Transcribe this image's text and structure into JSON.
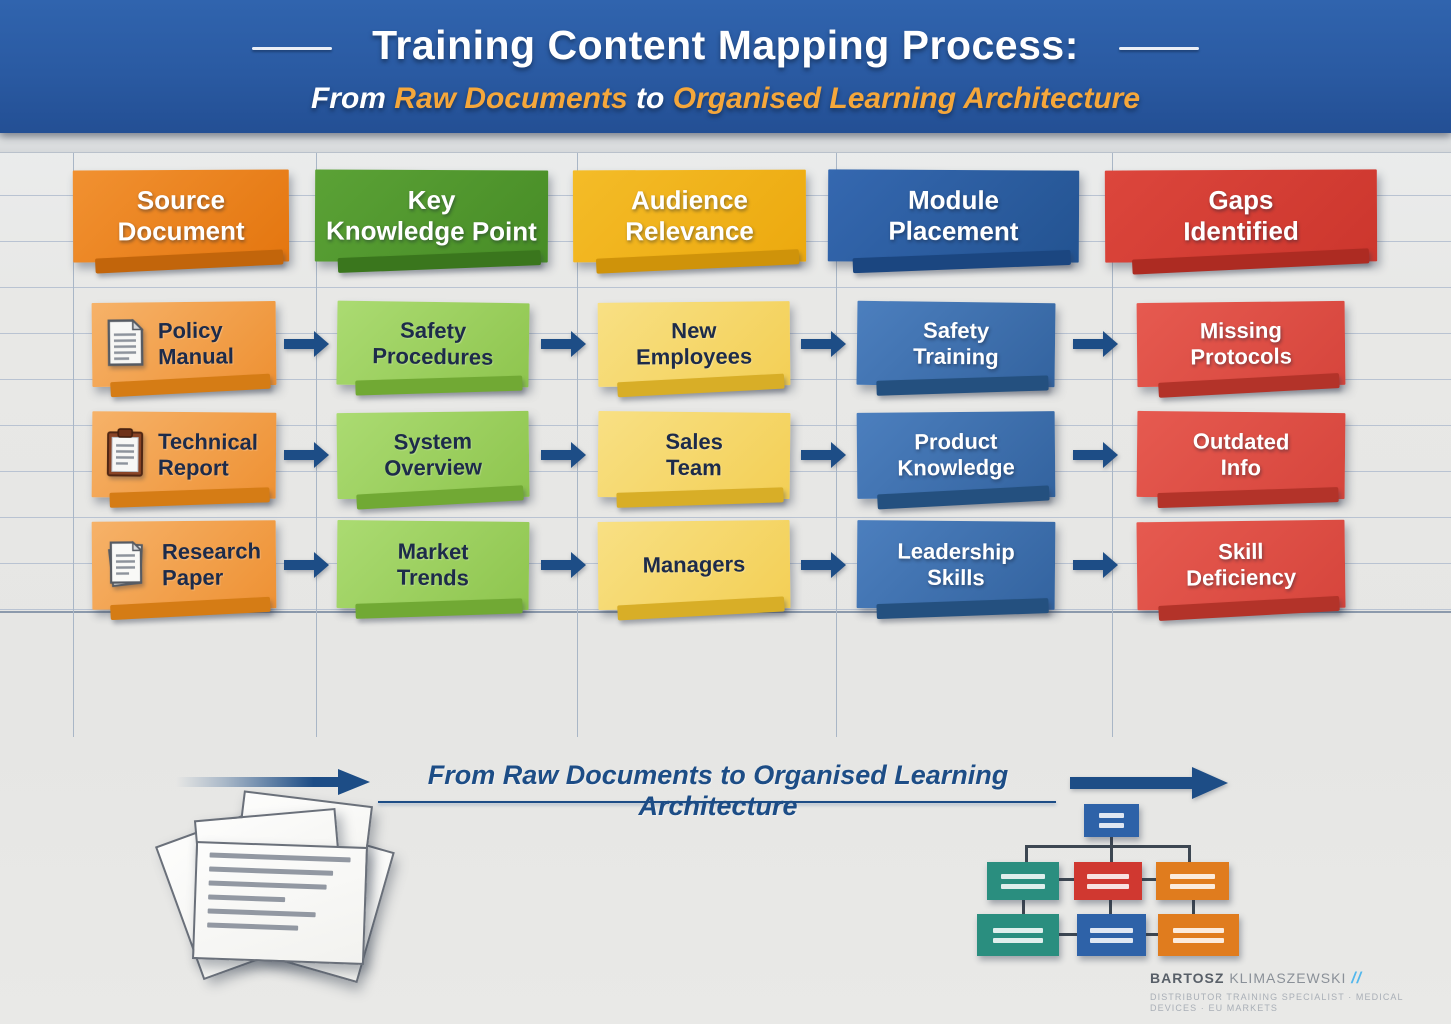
{
  "header": {
    "title": "Training Content Mapping Process:",
    "subtitle": {
      "prefix": "From ",
      "highlight1": "Raw Documents",
      "middle": " to ",
      "highlight2": "Organised Learning Architecture"
    }
  },
  "columns": [
    {
      "role": "source-document",
      "label": "Source\nDocument",
      "header_top": "#f19131",
      "header_bottom": "#e4760f",
      "header_fold": "#c2650b",
      "note_top": "#f6b269",
      "note_bottom": "#ee9133",
      "note_fold": "#d57c15",
      "text_style": "dark"
    },
    {
      "role": "key-knowledge-point",
      "label": "Key\nKnowledge Point",
      "header_top": "#5ba236",
      "header_bottom": "#478c26",
      "header_fold": "#3a761d",
      "note_top": "#abdb72",
      "note_bottom": "#8ec54e",
      "note_fold": "#71a934",
      "text_style": "dark"
    },
    {
      "role": "audience-relevance",
      "label": "Audience\nRelevance",
      "header_top": "#f4bc28",
      "header_bottom": "#eca90e",
      "header_fold": "#cf930a",
      "note_top": "#f8e084",
      "note_bottom": "#f3cf55",
      "note_fold": "#d8ae27",
      "text_style": "dark"
    },
    {
      "role": "module-placement",
      "label": "Module\nPlacement",
      "header_top": "#3568b0",
      "header_bottom": "#235391",
      "header_fold": "#1b4680",
      "note_top": "#4c7fbe",
      "note_bottom": "#33639f",
      "note_fold": "#24507f",
      "text_style": "light"
    },
    {
      "role": "gaps-identified",
      "label": "Gaps\nIdentified",
      "header_top": "#dc463c",
      "header_bottom": "#cc362d",
      "header_fold": "#ad2b22",
      "note_top": "#e65a50",
      "note_bottom": "#d6453c",
      "note_fold": "#b33329",
      "text_style": "light"
    }
  ],
  "rows": [
    {
      "source_icon": "document-icon",
      "cells": [
        "Policy\nManual",
        "Safety\nProcedures",
        "New\nEmployees",
        "Safety\nTraining",
        "Missing\nProtocols"
      ]
    },
    {
      "source_icon": "clipboard-icon",
      "cells": [
        "Technical\nReport",
        "System\nOverview",
        "Sales\nTeam",
        "Product\nKnowledge",
        "Outdated\nInfo"
      ]
    },
    {
      "source_icon": "paper-stack-icon",
      "cells": [
        "Research\nPaper",
        "Market\nTrends",
        "Managers",
        "Leadership\nSkills",
        "Skill\nDeficiency"
      ]
    }
  ],
  "bottom": {
    "caption": "From Raw Documents to Organised Learning Architecture",
    "credit_name_primary": "BARTOSZ",
    "credit_name_secondary": "KLIMASZEWSKI",
    "credit_slashes": "//",
    "credit_role": "DISTRIBUTOR TRAINING SPECIALIST · MEDICAL DEVICES · EU MARKETS"
  },
  "colors": {
    "banner_blue": "#2a5aa2",
    "subtitle_highlight": "#f5a73b",
    "flow_arrow": "#1d4d86",
    "caption_blue": "#1d4d86",
    "dark_note_text": "#1d2b4a",
    "org_chart": {
      "top_blue": "#2e62a8",
      "teal": "#2a8e7f",
      "red": "#d03830",
      "orange": "#e07c1e",
      "blue": "#2e62a8",
      "connector": "#3d4752"
    },
    "paper_pile": {
      "paper": "#fafaf8",
      "border": "#6a707a",
      "text_line": "#9298a2"
    }
  }
}
